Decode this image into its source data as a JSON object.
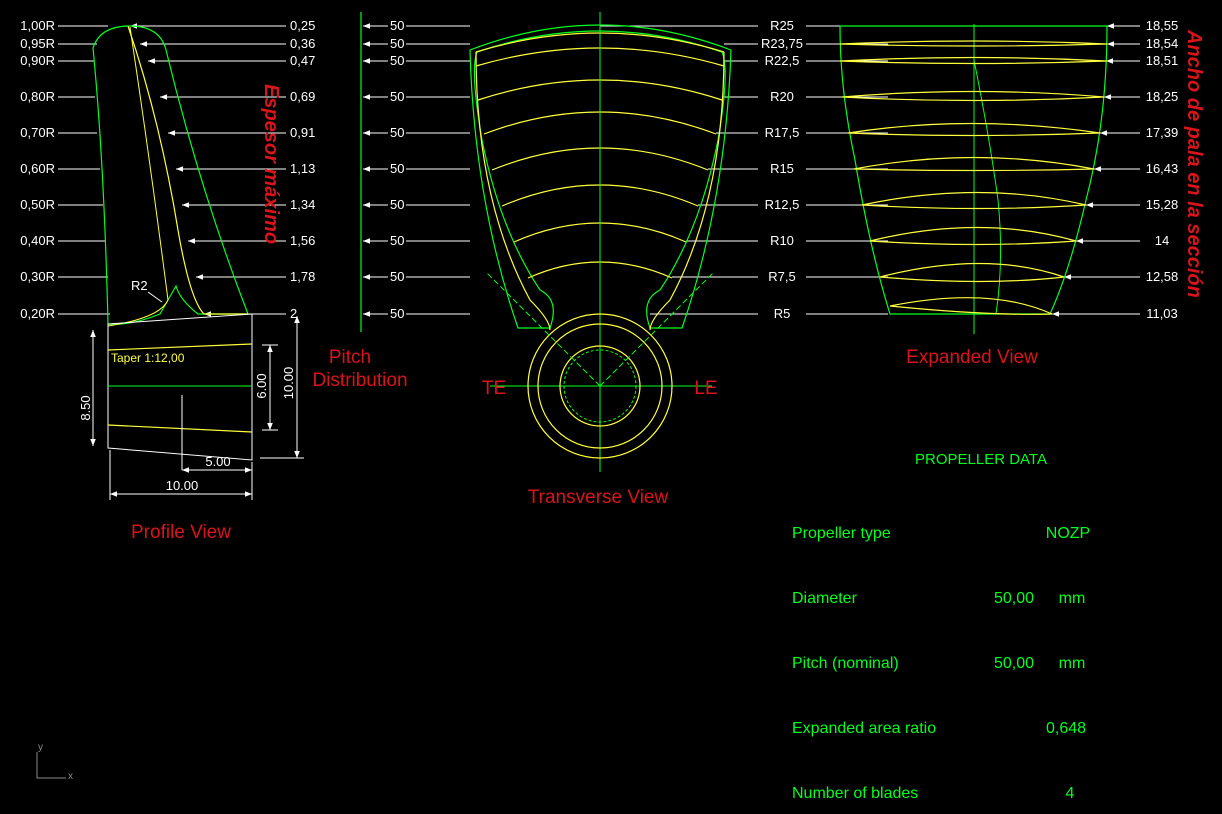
{
  "colors": {
    "background": "#000000",
    "outline_green": "#00ff1e",
    "section_yellow": "#ffff3c",
    "dimension_white": "#ffffff",
    "title_red": "#d9141b"
  },
  "profile_view": {
    "title": "Profile View",
    "radius_labels": [
      "1,00R",
      "0,95R",
      "0,90R",
      "0,80R",
      "0,70R",
      "0,60R",
      "0,50R",
      "0,40R",
      "0,30R",
      "0,20R"
    ],
    "thickness_values": [
      "0,25",
      "0,36",
      "0,47",
      "0,69",
      "0,91",
      "1,13",
      "1,34",
      "1,56",
      "1,78",
      "2"
    ],
    "thickness_axis_label": "Espesor máximo",
    "fillet_label": "R2",
    "taper_label": "Taper 1:12,00",
    "hub_dims": {
      "length_left": "8.50",
      "length_inner": "6.00",
      "length_outer": "10.00",
      "width_half": "5.00",
      "width_full": "10.00"
    }
  },
  "pitch_distribution": {
    "title_line1": "Pitch",
    "title_line2": "Distribution",
    "values": [
      "50",
      "50",
      "50",
      "50",
      "50",
      "50",
      "50",
      "50",
      "50",
      "50"
    ]
  },
  "transverse_view": {
    "title": "Transverse View",
    "te_label": "TE",
    "le_label": "LE",
    "radius_labels": [
      "R25",
      "R23,75",
      "R22,5",
      "R20",
      "R17,5",
      "R15",
      "R12,5",
      "R10",
      "R7,5",
      "R5"
    ]
  },
  "expanded_view": {
    "title": "Expanded View",
    "width_axis_label": "Ancho de pala en la sección",
    "chord_values": [
      "18,55",
      "18,54",
      "18,51",
      "18,25",
      "17,39",
      "16,43",
      "15,28",
      "14",
      "12,58",
      "11,03"
    ]
  },
  "propeller_data": {
    "heading": "PROPELLER DATA",
    "rows": [
      {
        "label": "Propeller type",
        "value": "NOZP",
        "unit": ""
      },
      {
        "label": "Diameter",
        "value": "50,00",
        "unit": "mm"
      },
      {
        "label": "Pitch (nominal)",
        "value": "50,00",
        "unit": "mm"
      },
      {
        "label": "Expanded area ratio",
        "value": "0,648",
        "unit": ""
      },
      {
        "label": "Number of blades",
        "value": "4",
        "unit": ""
      }
    ]
  },
  "ucs_icon": {
    "y_label": "y",
    "x_label": "x"
  }
}
